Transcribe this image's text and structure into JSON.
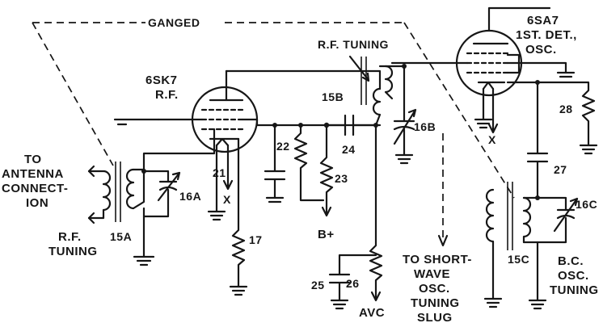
{
  "labels": {
    "ganged": "GANGED",
    "tube_6sk7_l1": "6SK7",
    "tube_6sk7_l2": "R.F.",
    "tube_6sa7_l1": "6SA7",
    "tube_6sa7_l2": "1ST. DET.,",
    "tube_6sa7_l3": "OSC.",
    "rf_tuning_top": "R.F. TUNING",
    "to_antenna_l1": "TO",
    "to_antenna_l2": "ANTENNA",
    "to_antenna_l3": "CONNECT-",
    "to_antenna_l4": "ION",
    "rf_tuning_l1": "R.F.",
    "rf_tuning_l2": "TUNING",
    "c15A": "15A",
    "c15B": "15B",
    "c15C": "15C",
    "c16A": "16A",
    "c16B": "16B",
    "c16C": "16C",
    "c17": "17",
    "c21": "21",
    "c22": "22",
    "c23": "23",
    "c24": "24",
    "c25": "25",
    "c26": "26",
    "c27": "27",
    "c28": "28",
    "x_left": "X",
    "x_right": "X",
    "bplus": "B+",
    "avc": "AVC",
    "short_l1": "TO SHORT-",
    "short_l2": "WAVE",
    "short_l3": "OSC.",
    "short_l4": "TUNING",
    "short_l5": "SLUG",
    "bc_l1": "B.C.",
    "bc_l2": "OSC.",
    "bc_l3": "TUNING"
  }
}
